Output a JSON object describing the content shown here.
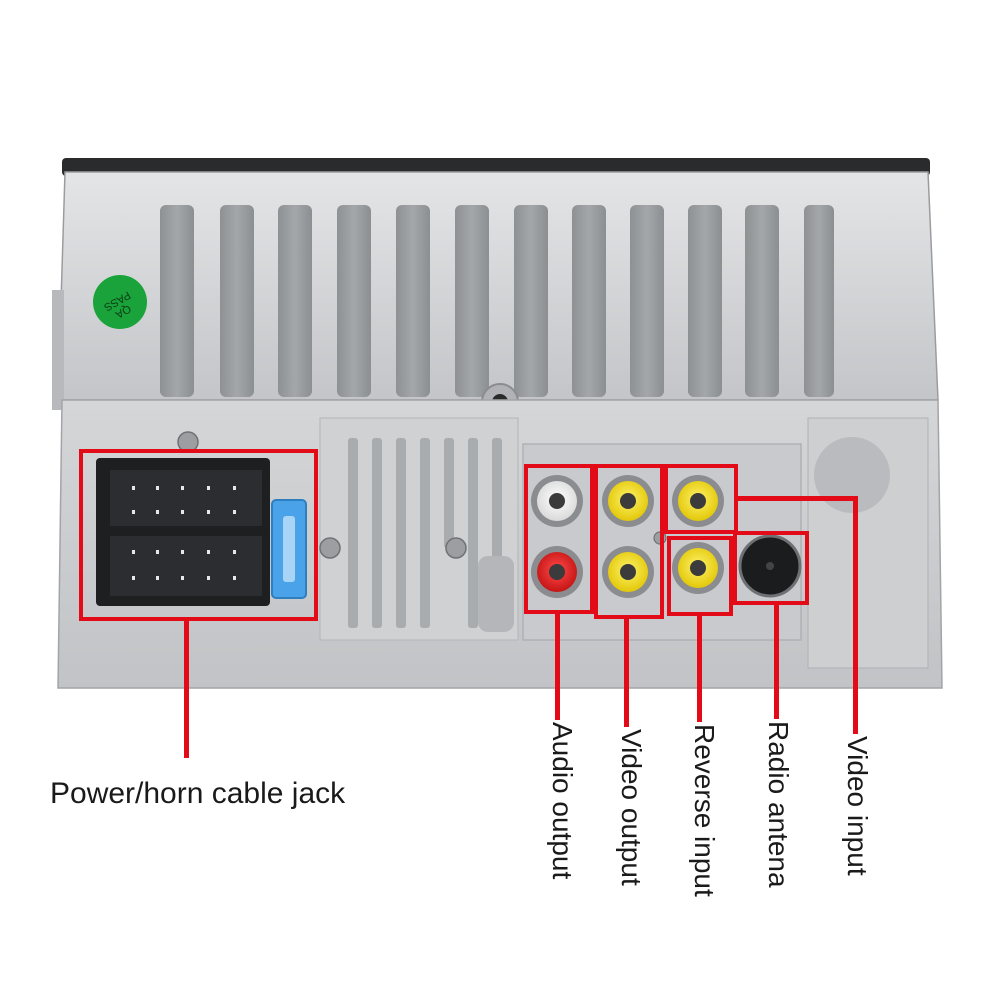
{
  "device": {
    "qa_badge_text": "QA PASS",
    "colors": {
      "red_callout": "#e30b17",
      "chassis": "#c9cbcd",
      "fuse": "#4aa3e8",
      "rca_yellow": "#f4e000",
      "rca_white": "#f2f2f2",
      "rca_red": "#e02020"
    }
  },
  "callouts": {
    "power": "Power/horn cable jack",
    "audio": "Audio output",
    "video_out": "Video output",
    "reverse": "Reverse input",
    "antenna": "Radio antena",
    "video_in": "Video input"
  }
}
